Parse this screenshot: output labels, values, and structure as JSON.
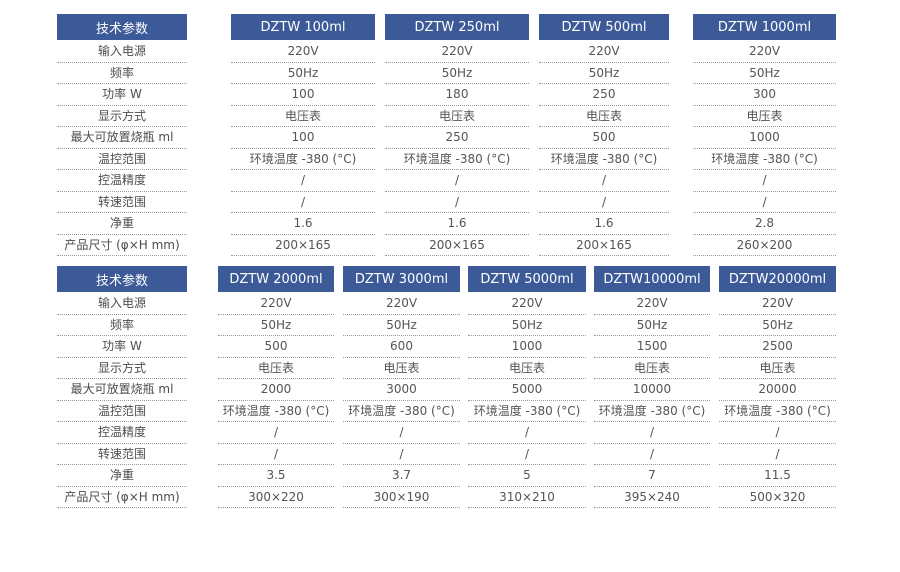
{
  "labels": [
    "输入电源",
    "频率",
    "功率 W",
    "显示方式",
    "最大可放置烧瓶 ml",
    "温控范围",
    "控温精度",
    "转速范围",
    "净重",
    "产品尺寸 (φ×H mm)"
  ],
  "spec_header": "技术参数",
  "table1": {
    "models": [
      {
        "name": "DZTW 100ml",
        "values": [
          "220V",
          "50Hz",
          "100",
          "电压表",
          "100",
          "环境温度 -380 (°C)",
          "/",
          "/",
          "1.6",
          "200×165"
        ]
      },
      {
        "name": "DZTW 250ml",
        "values": [
          "220V",
          "50Hz",
          "180",
          "电压表",
          "250",
          "环境温度 -380 (°C)",
          "/",
          "/",
          "1.6",
          "200×165"
        ]
      },
      {
        "name": "DZTW 500ml",
        "values": [
          "220V",
          "50Hz",
          "250",
          "电压表",
          "500",
          "环境温度 -380 (°C)",
          "/",
          "/",
          "1.6",
          "200×165"
        ]
      },
      {
        "name": "DZTW 1000ml",
        "values": [
          "220V",
          "50Hz",
          "300",
          "电压表",
          "1000",
          "环境温度 -380 (°C)",
          "/",
          "/",
          "2.8",
          "260×200"
        ]
      }
    ]
  },
  "table2": {
    "models": [
      {
        "name": "DZTW 2000ml",
        "values": [
          "220V",
          "50Hz",
          "500",
          "电压表",
          "2000",
          "环境温度 -380 (°C)",
          "/",
          "/",
          "3.5",
          "300×220"
        ]
      },
      {
        "name": "DZTW 3000ml",
        "values": [
          "220V",
          "50Hz",
          "600",
          "电压表",
          "3000",
          "环境温度 -380 (°C)",
          "/",
          "/",
          "3.7",
          "300×190"
        ]
      },
      {
        "name": "DZTW 5000ml",
        "values": [
          "220V",
          "50Hz",
          "1000",
          "电压表",
          "5000",
          "环境温度 -380 (°C)",
          "/",
          "/",
          "5",
          "310×210"
        ]
      },
      {
        "name": "DZTW10000ml",
        "values": [
          "220V",
          "50Hz",
          "1500",
          "电压表",
          "10000",
          "环境温度 -380 (°C)",
          "/",
          "/",
          "7",
          "395×240"
        ]
      },
      {
        "name": "DZTW20000ml",
        "values": [
          "220V",
          "50Hz",
          "2500",
          "电压表",
          "20000",
          "环境温度 -380 (°C)",
          "/",
          "/",
          "11.5",
          "500×320"
        ]
      }
    ]
  }
}
